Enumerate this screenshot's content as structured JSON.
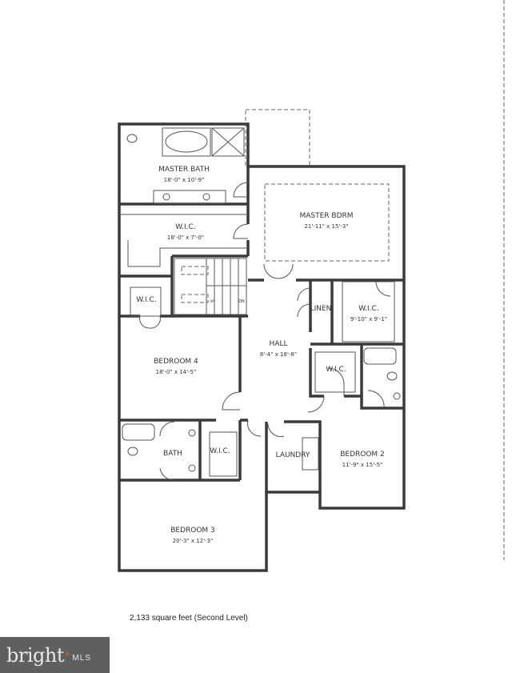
{
  "rooms": {
    "master_bath": {
      "name": "MASTER BATH",
      "dims": "18'-0\" x 10'-9\""
    },
    "master_bdrm": {
      "name": "MASTER BDRM",
      "dims": "21'-11\" x 15'-3\""
    },
    "wic_master": {
      "name": "W.I.C.",
      "dims": "18'-0\" x 7'-0\""
    },
    "wic_left": {
      "name": "W.I.C."
    },
    "linen": {
      "name": "LINEN"
    },
    "wic_right": {
      "name": "W.I.C.",
      "dims": "9'-10\" x 9'-1\""
    },
    "hall": {
      "name": "HALL",
      "dims": "8'-4\" x 18'-8\""
    },
    "bedroom4": {
      "name": "BEDROOM 4",
      "dims": "18'-0\" x 14'-5\""
    },
    "wic_bed2": {
      "name": "W.I.C."
    },
    "bath": {
      "name": "BATH"
    },
    "wic_bed3": {
      "name": "W.I.C."
    },
    "laundry": {
      "name": "LAUNDRY"
    },
    "bedroom2": {
      "name": "BEDROOM 2",
      "dims": "11'-9\" x 15'-5\""
    },
    "bedroom3": {
      "name": "BEDROOM 3",
      "dims": "20'-3\" x 12'-3\""
    },
    "stairs": {
      "up": "UP",
      "down": "DN"
    }
  },
  "caption": "2,133 square feet (Second Level)",
  "logo": {
    "text": "bright MLS",
    "brand": "bright",
    "suffix": "MLS",
    "accent_color": "#d9553a",
    "bg_color": "#5f5f5f"
  }
}
